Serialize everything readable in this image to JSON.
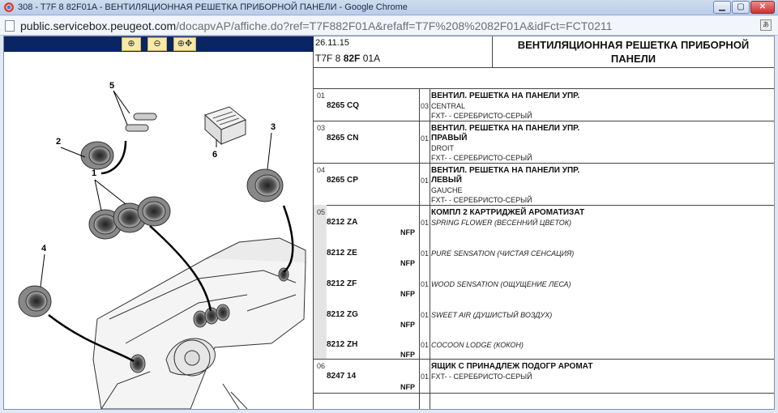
{
  "window": {
    "title": "308 - T7F 8 82F01A - ВЕНТИЛЯЦИОННАЯ РЕШЕТКА ПРИБОРНОЙ ПАНЕЛИ - Google Chrome",
    "min": "▁",
    "max": "▢",
    "close": "✕"
  },
  "address": {
    "host": "public.servicebox.peugeot.com",
    "path": "/docapvAP/affiche.do?ref=T7F882F01A&refaff=T7F%208%2082F01A&idFct=FCT0211",
    "translate_icon": "translate-icon"
  },
  "toolbar": {
    "zoom_in": "⊕",
    "zoom_out": "⊖",
    "zoom_fit": "⊕✥"
  },
  "diagram": {
    "labels": [
      "1",
      "2",
      "3",
      "4",
      "5",
      "6"
    ]
  },
  "header": {
    "date": "26.11.15",
    "ref_prefix": "T7F 8",
    "ref_bold": "82F",
    "ref_suffix": "01A",
    "title_line1": "ВЕНТИЛЯЦИОННАЯ РЕШЕТКА ПРИБОРНОЙ",
    "title_line2": "ПАНЕЛИ"
  },
  "groups": [
    {
      "num": "01",
      "ref": "8265 CQ",
      "qty": "03",
      "title": "ВЕНТИЛ. РЕШЕТКА НА ПАНЕЛИ УПР.",
      "lines": [
        "CENTRAL",
        "FXT- - СЕРЕБРИСТО-СЕРЫЙ"
      ]
    },
    {
      "num": "03",
      "ref": "8265 CN",
      "qty": "01",
      "title": "ВЕНТИЛ. РЕШЕТКА НА ПАНЕЛИ УПР.",
      "title2": "ПРАВЫЙ",
      "lines": [
        "DROIT",
        "FXT- - СЕРЕБРИСТО-СЕРЫЙ"
      ]
    },
    {
      "num": "04",
      "ref": "8265 CP",
      "qty": "01",
      "title": "ВЕНТИЛ. РЕШЕТКА НА ПАНЕЛИ УПР.",
      "title2": "ЛЕВЫЙ",
      "lines": [
        "GAUCHE",
        "FXT- - СЕРЕБРИСТО-СЕРЫЙ"
      ]
    },
    {
      "num": "05",
      "title": "КОМПЛ 2 КАРТРИДЖЕЙ АРОМАТИЗАТ",
      "items": [
        {
          "ref": "8212 ZA",
          "nfp": "NFP",
          "qty": "01",
          "desc": "SPRING FLOWER (ВЕСЕННИЙ ЦВЕТОК)"
        },
        {
          "ref": "8212 ZE",
          "nfp": "NFP",
          "qty": "01",
          "desc": "PURE SENSATION (ЧИСТАЯ СЕНСАЦИЯ)"
        },
        {
          "ref": "8212 ZF",
          "nfp": "NFP",
          "qty": "01",
          "desc": "WOOD SENSATION (ОЩУЩЕНИЕ ЛЕСА)"
        },
        {
          "ref": "8212 ZG",
          "nfp": "NFP",
          "qty": "01",
          "desc": "SWEET AIR (ДУШИСТЫЙ ВОЗДУХ)"
        },
        {
          "ref": "8212 ZH",
          "nfp": "NFP",
          "qty": "01",
          "desc": "COCOON LODGE (КОКОН)"
        }
      ]
    },
    {
      "num": "06",
      "ref": "8247 14",
      "nfp": "NFP",
      "qty": "01",
      "title": "ЯЩИК С ПРИНАДЛЕЖ ПОДОГР АРОМАТ",
      "lines": [
        "FXT- - СЕРЕБРИСТО-СЕРЫЙ"
      ]
    }
  ]
}
